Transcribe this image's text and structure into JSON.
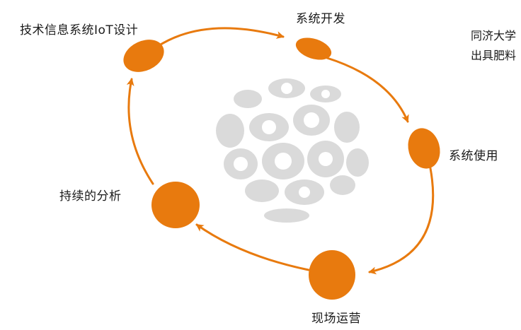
{
  "colors": {
    "accent": "#E87A0E",
    "watermark": "#D9D9D9",
    "text": "#1A1A1A"
  },
  "diagram": {
    "type": "cycle",
    "stages": [
      {
        "label": "技术信息系统IoT设计"
      },
      {
        "label": "系统开发"
      },
      {
        "label": "系统使用"
      },
      {
        "label": "现场运营"
      },
      {
        "label": "持续的分析"
      }
    ]
  },
  "side_text": {
    "line1": "同济大学",
    "line2": "出具肥料"
  }
}
